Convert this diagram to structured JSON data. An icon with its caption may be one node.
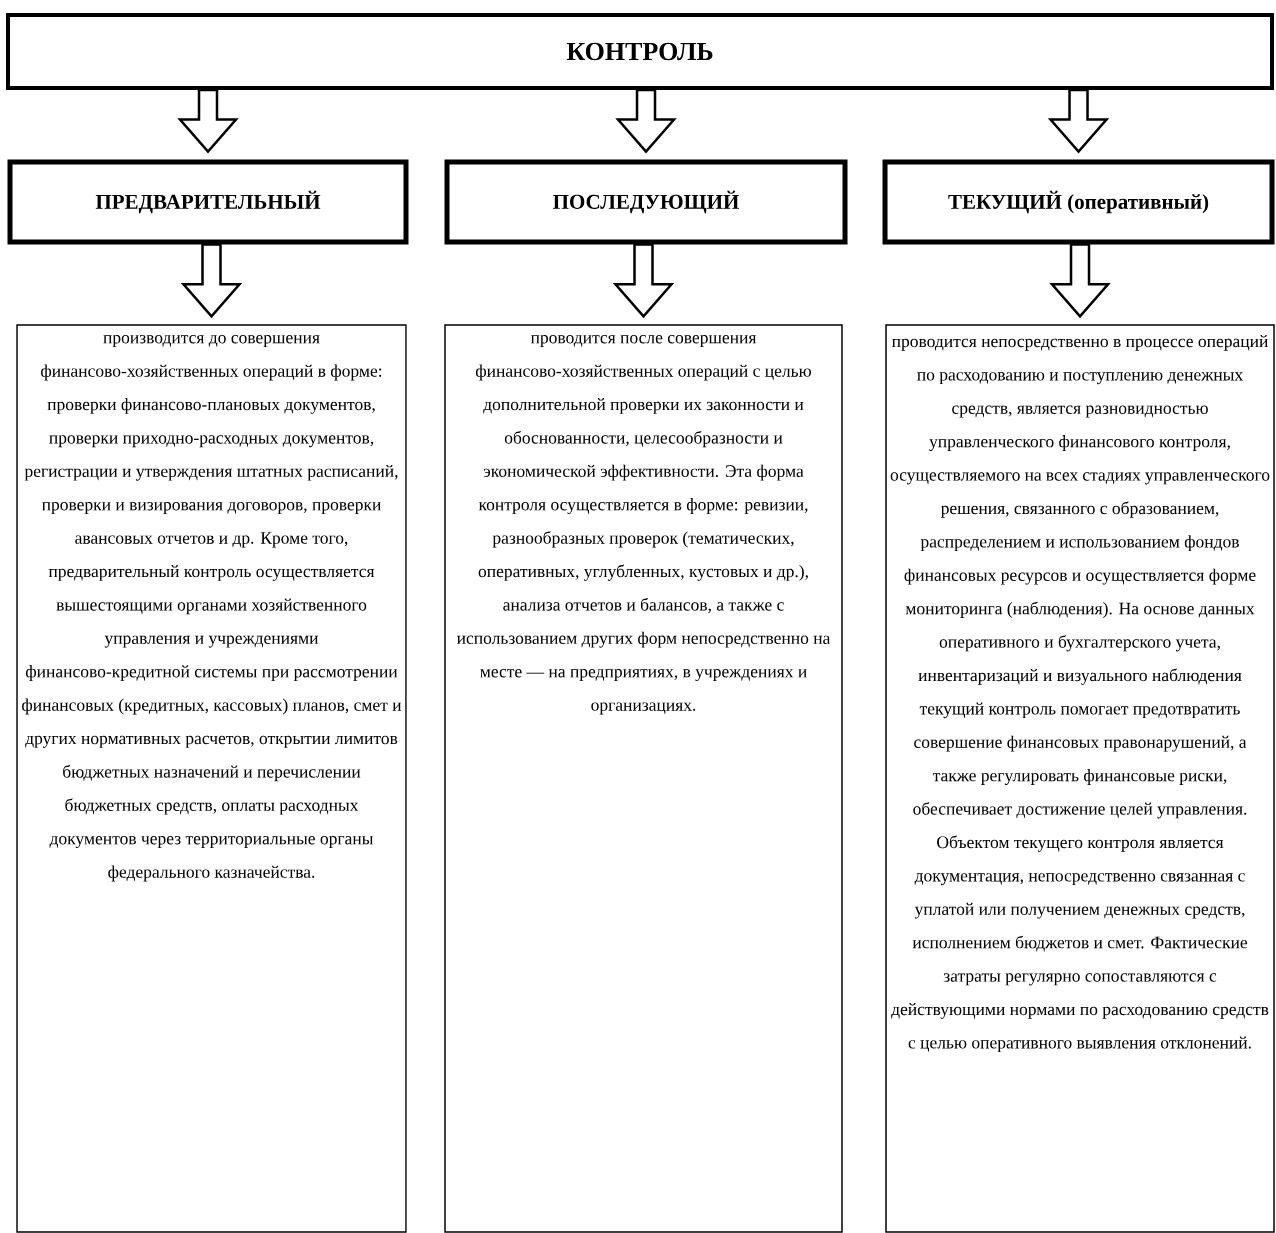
{
  "diagram": {
    "nodes": [
      {
        "text": [
          "КОНТРОЛЬ"
        ]
      },
      {
        "text": [
          "ПРЕДВАРИТЕЛЬНЫЙ"
        ]
      },
      {
        "text": [
          "ПОСЛЕДУЮЩИЙ"
        ]
      },
      {
        "text": [
          "ТЕКУЩИЙ (оперативный)"
        ]
      },
      {
        "text": [
          "производится до совершения финансово-хозяйственных операций в форме: проверки финансово-плановых документов, проверки приходно-расходных документов, регистрации и утверждения штатных расписаний, проверки и визирования договоров, проверки авансовых отчетов и др. Кроме того, предварительный контроль осуществляется вышестоящими органами хозяйственного управления и учреждениями финансово-кредитной системы при рассмотрении финансовых (кредитных, кассовых) планов, смет и других нормативных расчетов, открытии лимитов бюджетных назначений и перечислении бюджетных средств, оплаты расходных документов через территориальные органы федерального казначейства."
        ]
      },
      {
        "text": [
          "проводится после совершения финансово-хозяйственных операций с целью дополнительной проверки их законности и обоснованности, целесообразности и экономической эффективности. Эта форма контроля осуществляется в форме: ревизии, разнообразных проверок (тематических, оперативных, углубленных, кустовых и др.), анализа отчетов и балансов, а также с использованием других форм непосредственно на месте — на предприятиях, в учреждениях и организациях."
        ]
      },
      {
        "text": [
          "проводится непосредственно в процессе операций по расходованию и поступлению денежных средств, является разновидностью управленческого финансового контроля, осуществляемого на всех стадиях управленческого решения, связанного с образованием, распределением и использованием фондов финансовых ресурсов и осуществляется форме мониторинга (наблюдения). На основе данных оперативного и бухгалтерского учета, инвентаризаций и визуального наблюдения текущий контроль помогает предотвратить совершение финансовых правонарушений, а также регулировать финансовые риски, обеспечивает достижение целей управления. Объектом текущего контроля является документация, непосредственно связанная с уплатой или получением денежных средств, исполнением бюджетов и смет. Фактические затраты регулярно сопоставляются с действующими нормами по расходованию средств с целью оперативного выявления отклонений."
        ]
      }
    ],
    "edges": [
      {
        "from": 0,
        "to": 1,
        "arrow": "to"
      },
      {
        "from": 0,
        "to": 2,
        "arrow": "to"
      },
      {
        "from": 0,
        "to": 3,
        "arrow": "to"
      },
      {
        "from": 1,
        "to": 4,
        "arrow": "to"
      },
      {
        "from": 2,
        "to": 5,
        "arrow": "to"
      },
      {
        "from": 3,
        "to": 6,
        "arrow": "to"
      }
    ]
  }
}
